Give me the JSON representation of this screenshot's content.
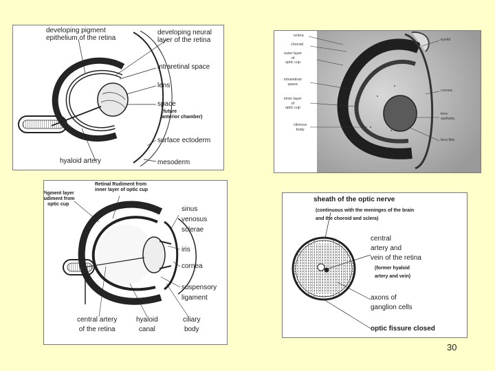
{
  "slide": {
    "page_number": "30"
  },
  "panel_a": {
    "labels": {
      "pigment": "developing pigment\nepithelium of the retina",
      "neural": "developing neural\nlayer of the retina",
      "intraretinal": "intraretinal space",
      "lens": "lens",
      "space": "space",
      "future_chamber": "(future\nanterior chamber)",
      "surface_ectoderm": "surface ectoderm",
      "hyaloid_artery": "hyaloid artery",
      "mesoderm": "mesoderm"
    }
  },
  "panel_b": {
    "labels": {
      "sclera": "sclera",
      "choroid": "choroid",
      "outer_layer": "outer layer\nof\noptic cup",
      "intraretinal": "intraretinal\nspace",
      "inner_layer": "inner layer\nof\noptic cup",
      "vitreous": "vitreous\nbody",
      "eyelid": "eyelid",
      "cornea": "cornea",
      "lens_epithelium": "lens\nepitheliu",
      "lens_fibers": "lens fibe"
    }
  },
  "panel_c": {
    "labels": {
      "pigment_layer": "Pigment layer\nrudiment from\noptic cup",
      "retinal_rudiment": "Retinal Rudiment from\ninner layer of optic cup",
      "sinus": "sinus\nvenosus\nsclerae",
      "iris": "iris",
      "cornea": "cornea",
      "suspensory": "suspensory\nligament",
      "central_artery": "central artery\nof the retina",
      "hyaloid_canal": "hyaloid\ncanal",
      "ciliary_body": "ciliary\nbody"
    }
  },
  "panel_d": {
    "labels": {
      "sheath": "sheath of the optic nerve",
      "continuous": "(continuous with the meninges of the brain\nand the choroid and sclera)",
      "central": "central\nartery and\nvein of the retina",
      "former_hyaloid": "(former hyaloid\nartery and vein)",
      "axons": "axons of\nganglion cells",
      "fissure": "optic fissure closed"
    }
  }
}
